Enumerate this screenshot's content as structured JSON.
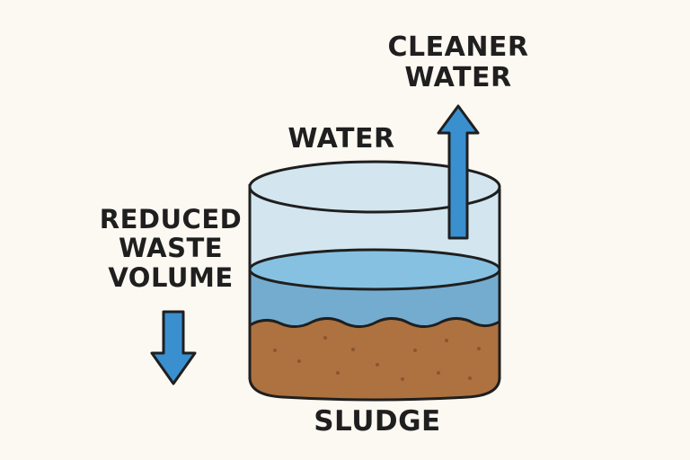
{
  "labels": {
    "cleaner_water_line1": "CLEANER",
    "cleaner_water_line2": "WATER",
    "water": "WATER",
    "reduced_line1": "REDUCED",
    "reduced_line2": "WASTE",
    "reduced_line3": "VOLUME",
    "sludge": "SLUDGE"
  },
  "colors": {
    "background": "#fcf8f2",
    "water_upper": "#d3e6ef",
    "water_surface": "#86c1e2",
    "water_lower": "#74acd0",
    "sludge": "#ad7240",
    "sludge_dots": "#8a5530",
    "arrow": "#3a8fcf",
    "outline": "#1f1f1f"
  }
}
